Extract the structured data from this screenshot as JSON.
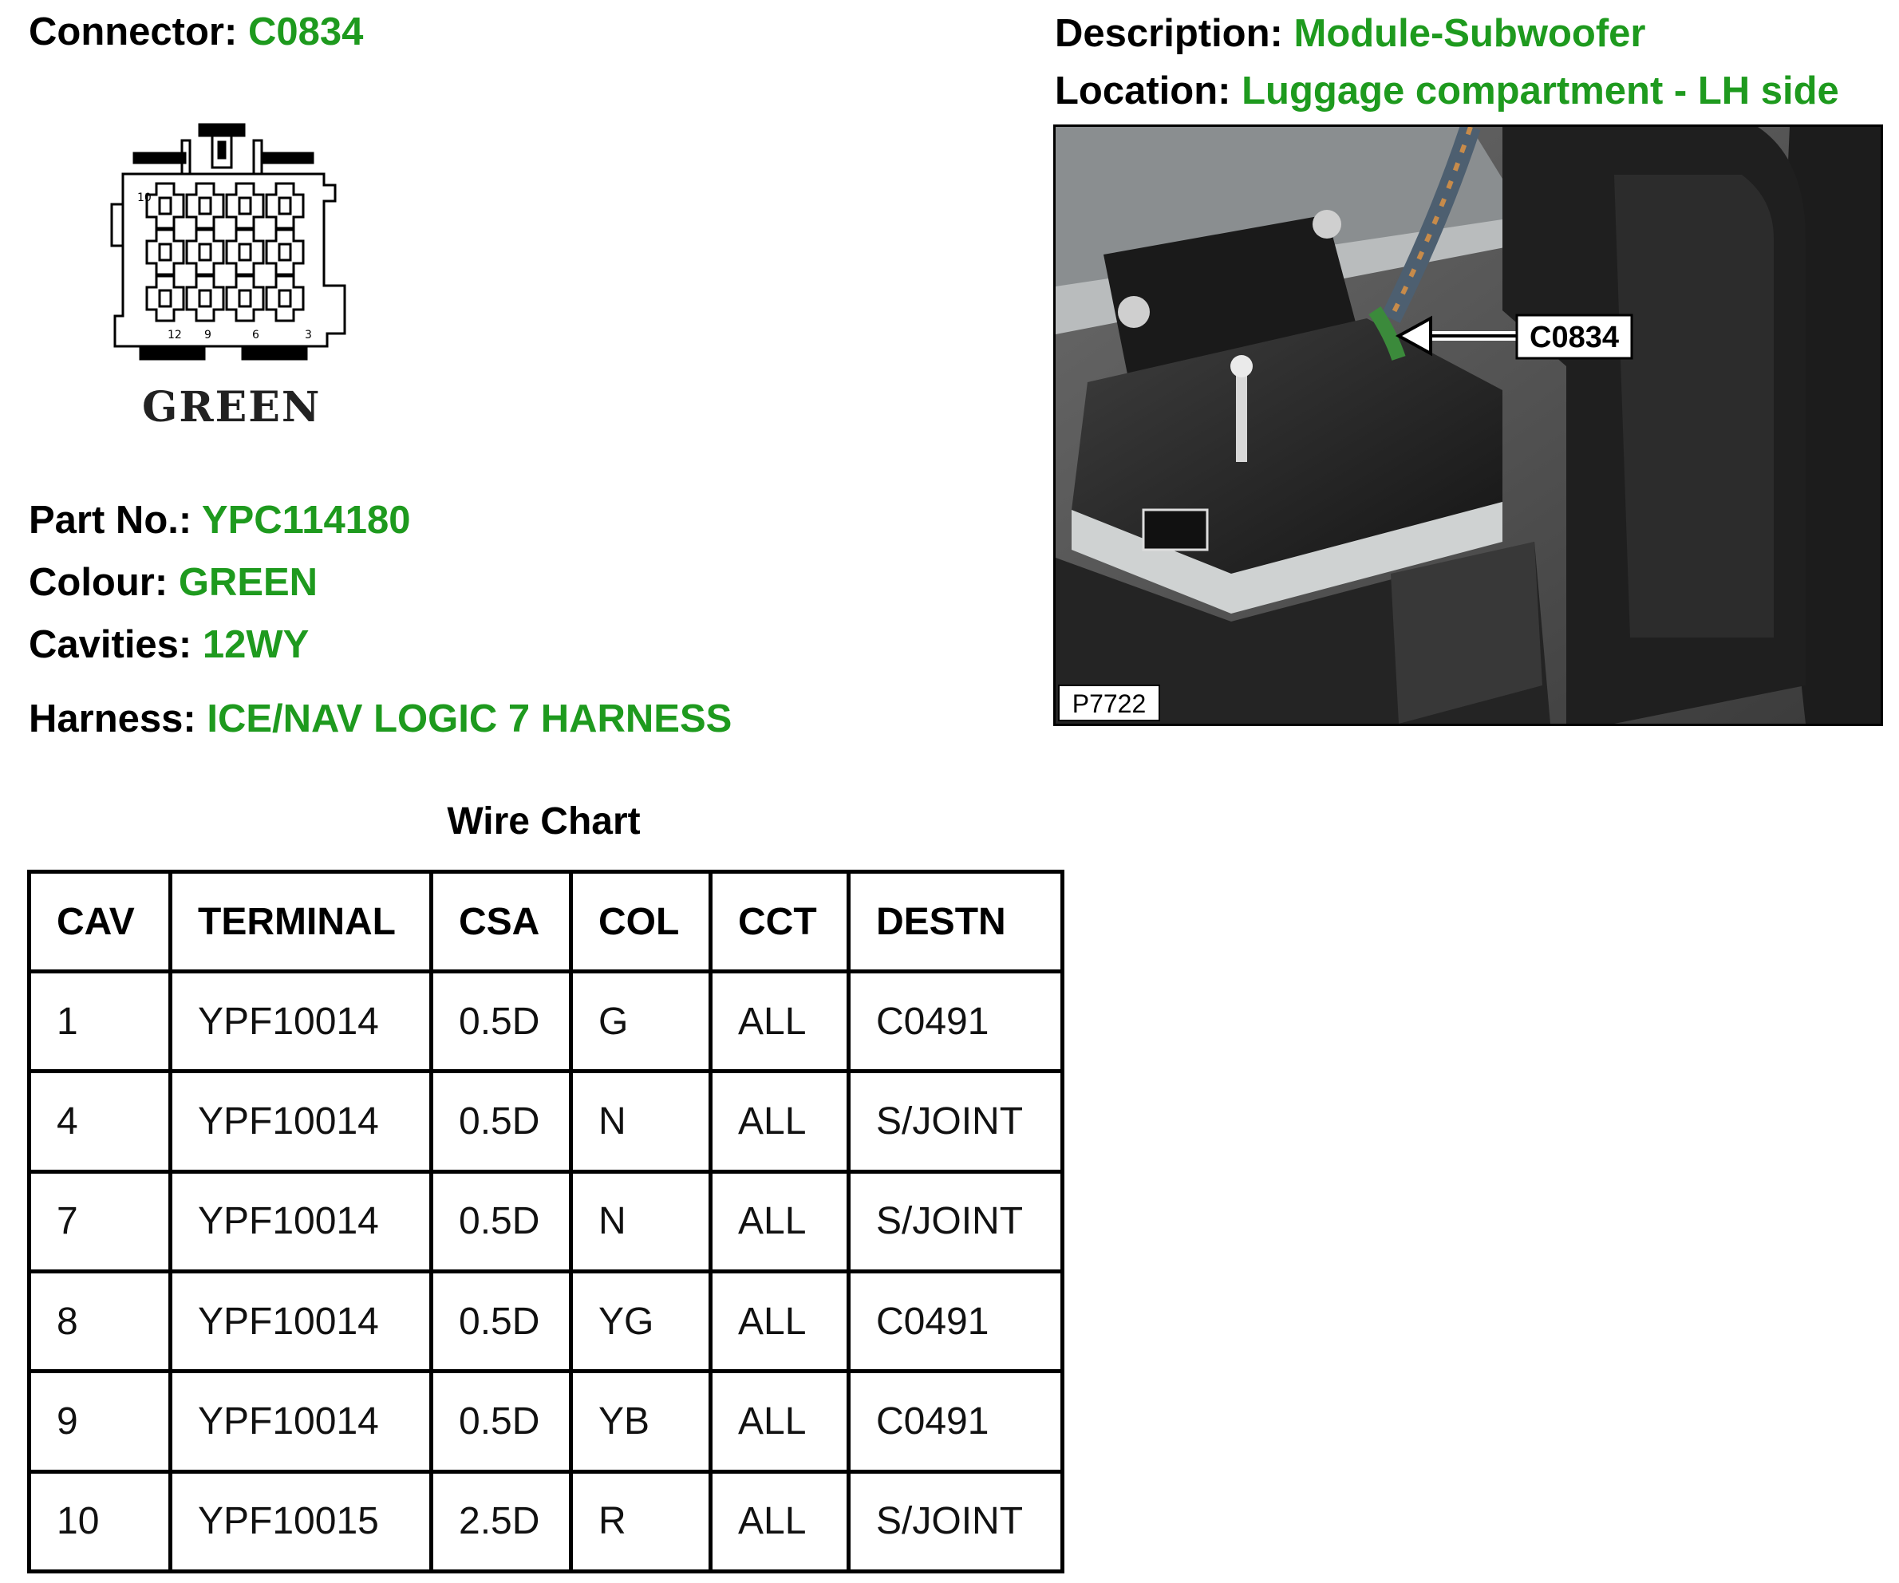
{
  "connector": {
    "label": "Connector:",
    "value": "C0834"
  },
  "description": {
    "label": "Description:",
    "value": "Module-Subwoofer"
  },
  "location": {
    "label": "Location:",
    "value": "Luggage compartment - LH side"
  },
  "part_no": {
    "label": "Part No.:",
    "value": "YPC114180"
  },
  "colour": {
    "label": "Colour:",
    "value": "GREEN"
  },
  "cavities": {
    "label": "Cavities:",
    "value": "12WY"
  },
  "harness": {
    "label": "Harness:",
    "value": "ICE/NAV LOGIC 7 HARNESS"
  },
  "drawing": {
    "caption": "GREEN",
    "pin_numbers": [
      "10",
      "12",
      "9",
      "6",
      "3"
    ]
  },
  "photo": {
    "callout": "C0834",
    "ref": "P7722"
  },
  "wire_chart": {
    "title": "Wire Chart",
    "headers": [
      "CAV",
      "TERMINAL",
      "CSA",
      "COL",
      "CCT",
      "DESTN"
    ],
    "rows": [
      [
        "1",
        "YPF10014",
        "0.5D",
        "G",
        "ALL",
        "C0491"
      ],
      [
        "4",
        "YPF10014",
        "0.5D",
        "N",
        "ALL",
        "S/JOINT"
      ],
      [
        "7",
        "YPF10014",
        "0.5D",
        "N",
        "ALL",
        "S/JOINT"
      ],
      [
        "8",
        "YPF10014",
        "0.5D",
        "YG",
        "ALL",
        "C0491"
      ],
      [
        "9",
        "YPF10014",
        "0.5D",
        "YB",
        "ALL",
        "C0491"
      ],
      [
        "10",
        "YPF10015",
        "2.5D",
        "R",
        "ALL",
        "S/JOINT"
      ]
    ]
  }
}
